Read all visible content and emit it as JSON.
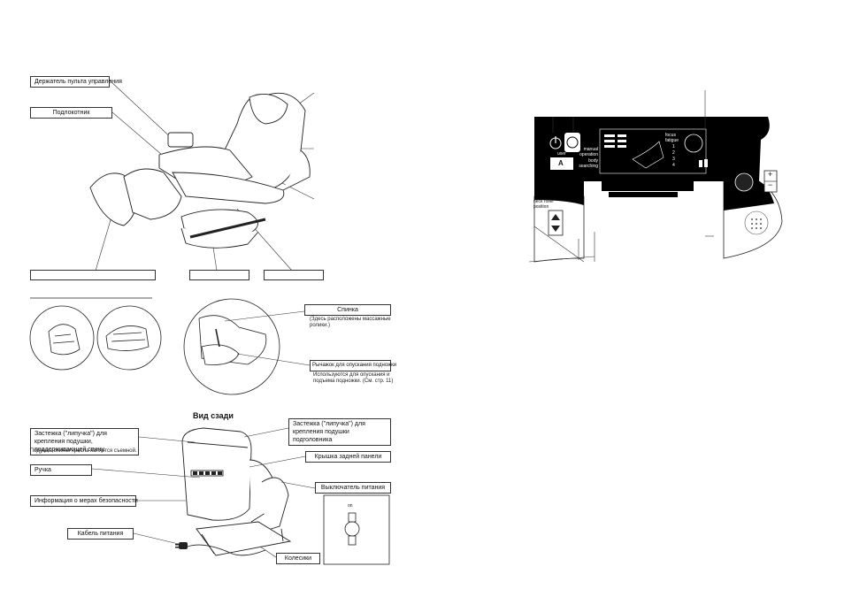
{
  "top_diagram": {
    "labels": {
      "remote_holder": "Держатель пульта управления",
      "armrest": "Подлокотник",
      "bottom_left": "",
      "bottom_mid": "",
      "bottom_right": ""
    }
  },
  "detail_diagram": {
    "back_label": "Спинка",
    "back_note": "(Здесь расположены массажные ролики.)",
    "lever_label": "Рычажок для опускания подножки",
    "lever_note": "Используются для опускания и подъема подножки. (См. стр. 11)"
  },
  "rear_view": {
    "title": "Вид сзади",
    "velcro_back": "Застежка (\"липучка\") для крепления подушки, поддерживающей спину.",
    "velcro_back_note": "Подушка спинки кресла является съемной.",
    "velcro_headrest": "Застежка (\"липучка\") для крепления подушки подголовника",
    "handle": "Ручка",
    "safety_info": "Информация о мерах безопасности",
    "power_cable": "Кабель питания",
    "back_cover": "Крышка задней панели",
    "power_switch": "Выключатель питания",
    "wheels": "Колесики",
    "switch_on": "on"
  },
  "remote": {
    "user_label": "user",
    "user_value": "A",
    "neck_roller": "neck roller position",
    "display_items": [
      "focus",
      "fatigue",
      "1",
      "2",
      "3",
      "4"
    ],
    "left_items": [
      "manual operation",
      "body searching"
    ],
    "plus": "+",
    "minus": "−"
  },
  "colors": {
    "line": "#222222",
    "panel": "#000000"
  }
}
